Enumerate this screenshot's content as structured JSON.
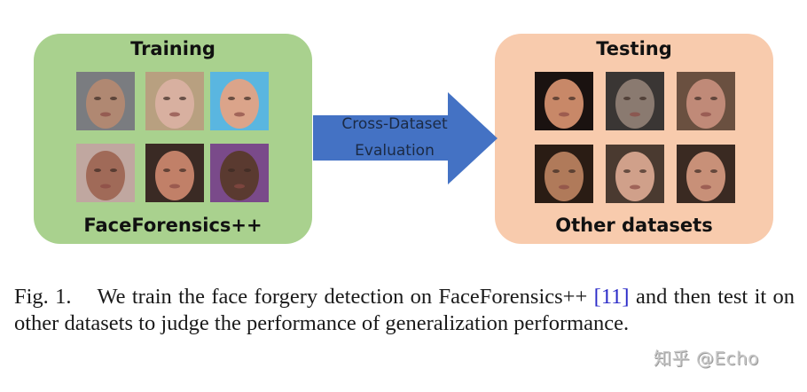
{
  "figure": {
    "training_panel": {
      "title": "Training",
      "footer": "FaceForensics++",
      "background": "#a9d18e",
      "faces": [
        {
          "desc": "older man, mustache, gray background",
          "tone": "#b08872",
          "bg": "#7a7c80"
        },
        {
          "desc": "woman, long light-brown hair",
          "tone": "#d8b0a0",
          "bg": "#b8a080"
        },
        {
          "desc": "woman, short blonde hair, blue background",
          "tone": "#dba48a",
          "bg": "#5ab6e0"
        },
        {
          "desc": "woman, dark hair, red lips",
          "tone": "#a06a58",
          "bg": "#c0a7a0"
        },
        {
          "desc": "woman, dark hair, smiling",
          "tone": "#c18068",
          "bg": "#3a2a24"
        },
        {
          "desc": "man, bald, purple background",
          "tone": "#5a3a30",
          "bg": "#7a4a8a"
        }
      ]
    },
    "arrow": {
      "line1": "Cross-Dataset",
      "line2": "Evaluation",
      "color": "#4472c4"
    },
    "testing_panel": {
      "title": "Testing",
      "footer": "Other datasets",
      "background": "#f8cbad",
      "faces": [
        {
          "desc": "woman, dark background",
          "tone": "#c88868",
          "bg": "#1a1210"
        },
        {
          "desc": "man, dark jacket",
          "tone": "#8a7a70",
          "bg": "#3a3634"
        },
        {
          "desc": "older man, gray hair",
          "tone": "#c08a78",
          "bg": "#6a5040"
        },
        {
          "desc": "man, dark suit, bokeh background",
          "tone": "#b07a5a",
          "bg": "#2a1c14"
        },
        {
          "desc": "woman, blonde, eyes down",
          "tone": "#d0a08a",
          "bg": "#4a3a30"
        },
        {
          "desc": "woman, dark hair, eyes down",
          "tone": "#c89078",
          "bg": "#3a2a22"
        }
      ]
    }
  },
  "caption": {
    "label": "Fig. 1.",
    "text_before_cite": "We train the face forgery detection on FaceForensics++",
    "cite": "[11]",
    "text_after_cite": "and then test it on other datasets to judge the performance of generalization performance."
  },
  "watermark": "知乎 @Echo"
}
